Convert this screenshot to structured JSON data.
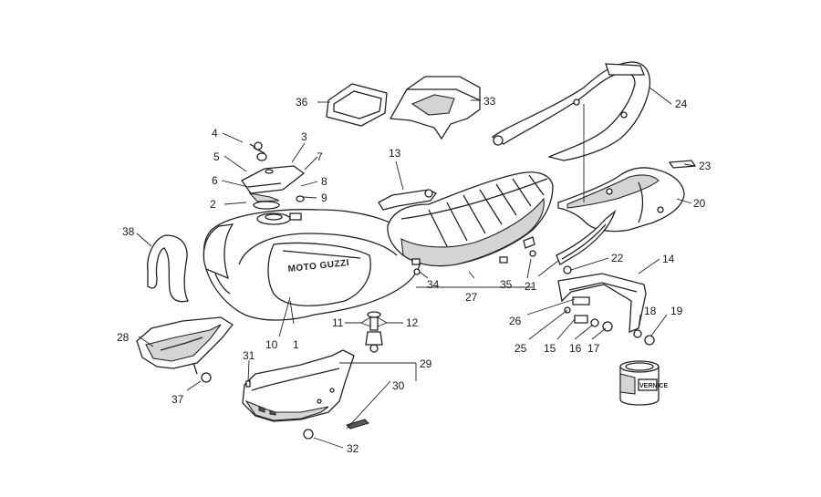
{
  "diagram": {
    "tank_brand_text": "MOTO GUZZI",
    "can_label_text": "VERNICE",
    "part_labels": [
      {
        "id": "1",
        "text": "1"
      },
      {
        "id": "2",
        "text": "2"
      },
      {
        "id": "3",
        "text": "3"
      },
      {
        "id": "4",
        "text": "4"
      },
      {
        "id": "5",
        "text": "5"
      },
      {
        "id": "6",
        "text": "6"
      },
      {
        "id": "7",
        "text": "7"
      },
      {
        "id": "8",
        "text": "8"
      },
      {
        "id": "9",
        "text": "9"
      },
      {
        "id": "10",
        "text": "10"
      },
      {
        "id": "11",
        "text": "11"
      },
      {
        "id": "12",
        "text": "12"
      },
      {
        "id": "13",
        "text": "13"
      },
      {
        "id": "14",
        "text": "14"
      },
      {
        "id": "15",
        "text": "15"
      },
      {
        "id": "16",
        "text": "16"
      },
      {
        "id": "17",
        "text": "17"
      },
      {
        "id": "18",
        "text": "18"
      },
      {
        "id": "19",
        "text": "19"
      },
      {
        "id": "20",
        "text": "20"
      },
      {
        "id": "21",
        "text": "21"
      },
      {
        "id": "22",
        "text": "22"
      },
      {
        "id": "23",
        "text": "23"
      },
      {
        "id": "24",
        "text": "24"
      },
      {
        "id": "25",
        "text": "25"
      },
      {
        "id": "26",
        "text": "26"
      },
      {
        "id": "27",
        "text": "27"
      },
      {
        "id": "28",
        "text": "28"
      },
      {
        "id": "29",
        "text": "29"
      },
      {
        "id": "30",
        "text": "30"
      },
      {
        "id": "31",
        "text": "31"
      },
      {
        "id": "32",
        "text": "32"
      },
      {
        "id": "33",
        "text": "33"
      },
      {
        "id": "34",
        "text": "34"
      },
      {
        "id": "35",
        "text": "35"
      },
      {
        "id": "36",
        "text": "36"
      },
      {
        "id": "37",
        "text": "37"
      },
      {
        "id": "38",
        "text": "38"
      }
    ]
  }
}
